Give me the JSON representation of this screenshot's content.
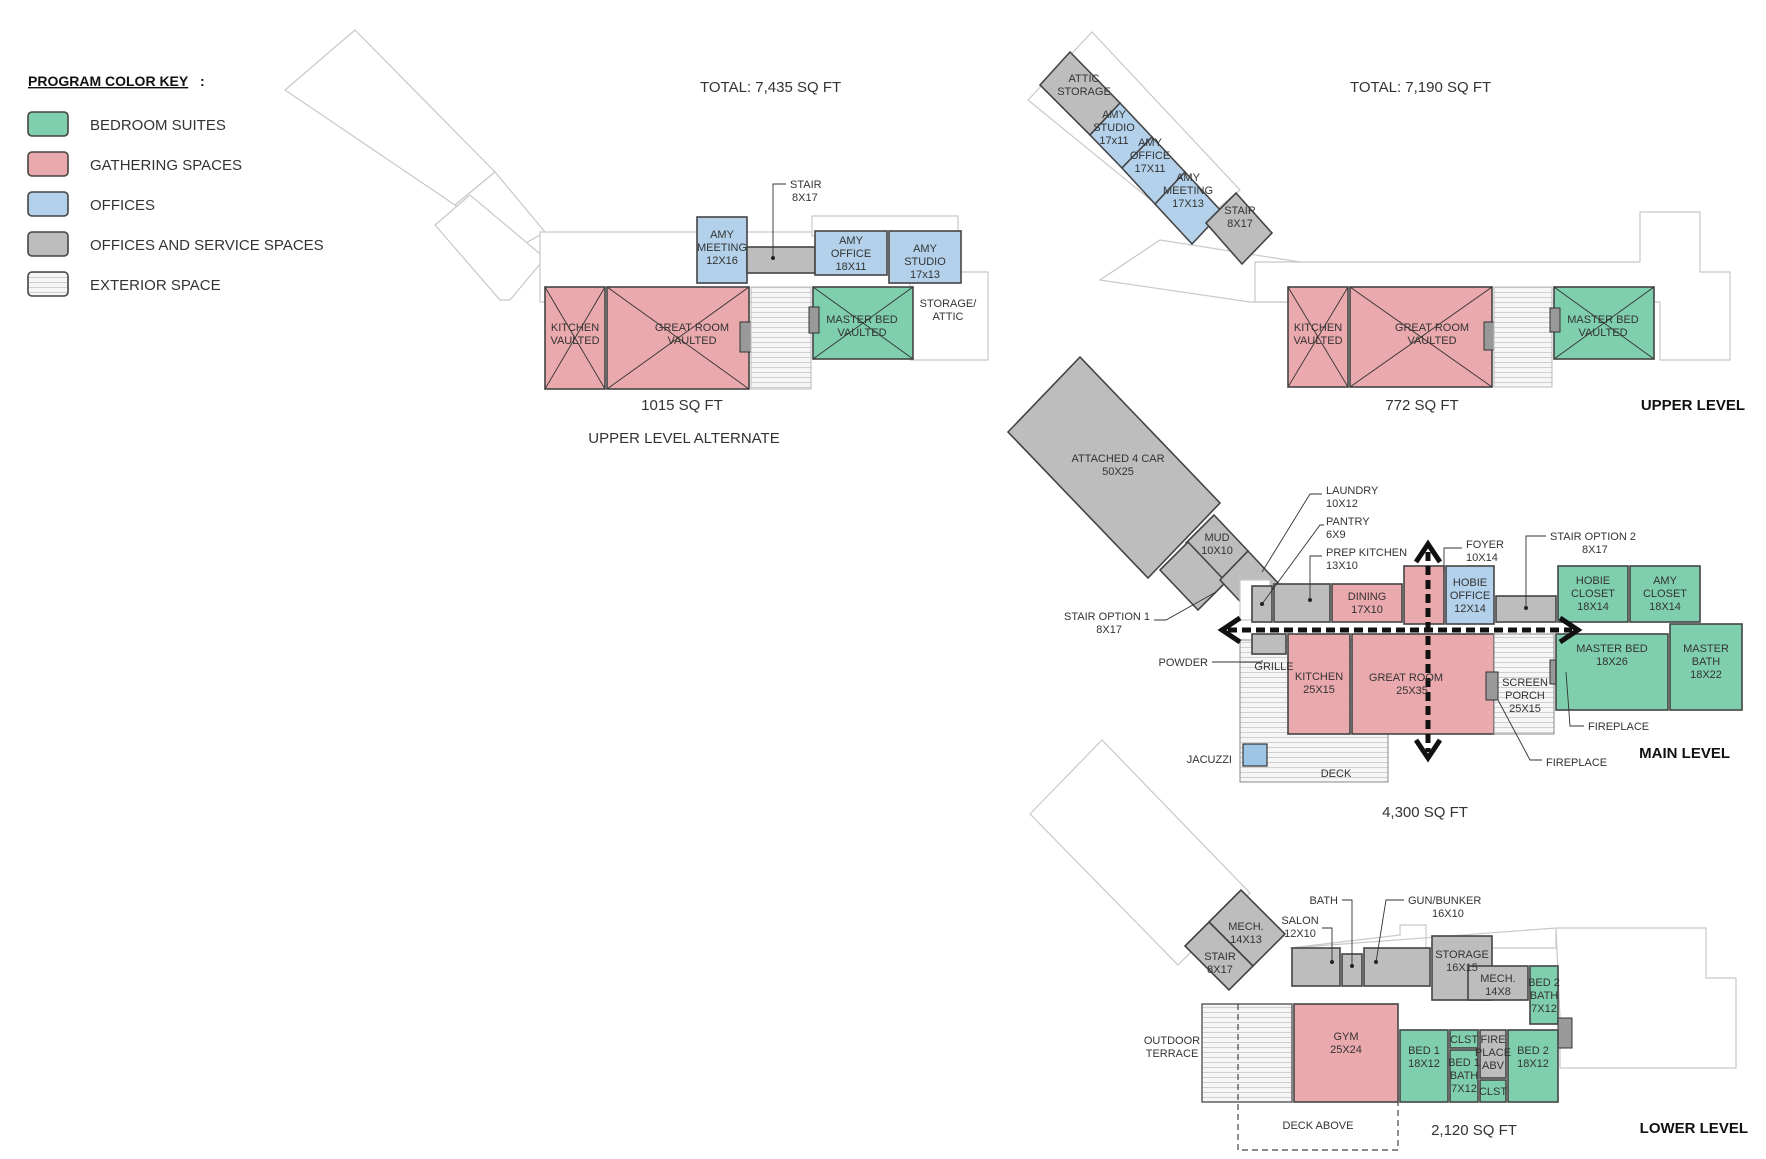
{
  "colors": {
    "bedroom": "#7fcfae",
    "gathering": "#eaa9ad",
    "offices": "#b3d1ea",
    "service": "#bdbdbd",
    "exterior": "#f2f2f2"
  },
  "legend": {
    "title": "PROGRAM COLOR KEY",
    "title_suffix": ":",
    "items": [
      {
        "label": "BEDROOM SUITES",
        "type": "bedroom"
      },
      {
        "label": "GATHERING SPACES",
        "type": "gathering"
      },
      {
        "label": "OFFICES",
        "type": "offices"
      },
      {
        "label": "OFFICES AND SERVICE SPACES",
        "type": "service"
      },
      {
        "label": "EXTERIOR SPACE",
        "type": "exterior"
      }
    ]
  },
  "upper_alt": {
    "total": "TOTAL: 7,435 SQ FT",
    "area": "1015 SQ FT",
    "title": "UPPER LEVEL ALTERNATE",
    "rooms": {
      "meeting": [
        "AMY",
        "MEETING",
        "12X16"
      ],
      "office": [
        "AMY",
        "OFFICE",
        "18X11"
      ],
      "studio": [
        "AMY",
        "STUDIO",
        "17x13"
      ],
      "kitchen": [
        "KITCHEN",
        "VAULTED"
      ],
      "great_room": [
        "GREAT ROOM",
        "VAULTED"
      ],
      "master_bed": [
        "MASTER BED",
        "VAULTED"
      ],
      "storage": [
        "STORAGE/",
        "ATTIC"
      ],
      "stair": [
        "STAIR",
        "8X17"
      ]
    }
  },
  "upper": {
    "total": "TOTAL: 7,190 SQ FT",
    "area": "772 SQ FT",
    "title": "UPPER LEVEL",
    "rooms": {
      "attic": [
        "ATTIC",
        "STORAGE"
      ],
      "studio": [
        "AMY",
        "STUDIO",
        "17x11"
      ],
      "office": [
        "AMY",
        "OFFICE",
        "17X11"
      ],
      "meeting": [
        "AMY",
        "MEETING",
        "17X13"
      ],
      "stair": [
        "STAIR",
        "8X17"
      ],
      "kitchen": [
        "KITCHEN",
        "VAULTED"
      ],
      "great_room": [
        "GREAT ROOM",
        "VAULTED"
      ],
      "master_bed": [
        "MASTER BED",
        "VAULTED"
      ]
    }
  },
  "main": {
    "area": "4,300 SQ FT",
    "title": "MAIN LEVEL",
    "rooms": {
      "garage": [
        "ATTACHED 4 CAR",
        "50X25"
      ],
      "mud": [
        "MUD",
        "10X10"
      ],
      "dining": [
        "DINING",
        "17X10"
      ],
      "hobie_office": [
        "HOBIE",
        "OFFICE",
        "12X14"
      ],
      "hobie_closet": [
        "HOBIE",
        "CLOSET",
        "18X14"
      ],
      "amy_closet": [
        "AMY",
        "CLOSET",
        "18X14"
      ],
      "kitchen": [
        "KITCHEN",
        "25X15"
      ],
      "great_room": [
        "GREAT ROOM",
        "25X35"
      ],
      "screen_porch": [
        "SCREEN",
        "PORCH",
        "25X15"
      ],
      "master_bed": [
        "MASTER BED",
        "18X26"
      ],
      "master_bath": [
        "MASTER",
        "BATH",
        "18X22"
      ],
      "grille": "GRILLE",
      "deck": "DECK",
      "jacuzzi": "JACUZZI"
    },
    "callouts": {
      "laundry": [
        "LAUNDRY",
        "10X12"
      ],
      "pantry": [
        "PANTRY",
        "6X9"
      ],
      "prep_kitchen": [
        "PREP KITCHEN",
        "13X10"
      ],
      "foyer": [
        "FOYER",
        "10X14"
      ],
      "stair_opt2": [
        "STAIR OPTION 2",
        "8X17"
      ],
      "stair_opt1": [
        "STAIR OPTION 1",
        "8X17"
      ],
      "powder": "POWDER",
      "fireplace_a": "FIREPLACE",
      "fireplace_b": "FIREPLACE"
    }
  },
  "lower": {
    "area": "2,120 SQ FT",
    "title": "LOWER LEVEL",
    "rooms": {
      "mech1": [
        "MECH.",
        "14X13"
      ],
      "stair": [
        "STAIR",
        "8X17"
      ],
      "storage": [
        "STORAGE",
        "16X15"
      ],
      "mech2": [
        "MECH.",
        "14X8"
      ],
      "bed2_bath": [
        "BED 2",
        "BATH",
        "7X12"
      ],
      "gym": [
        "GYM",
        "25X24"
      ],
      "bed1": [
        "BED 1",
        "18X12"
      ],
      "clst1": "CLST",
      "bed1_bath": [
        "BED 1",
        "BATH",
        "7X12"
      ],
      "clst2": "CLST",
      "fireplace": [
        "FIRE",
        "PLACE",
        "ABV"
      ],
      "bed2": [
        "BED 2",
        "18X12"
      ],
      "terrace": [
        "OUTDOOR",
        "TERRACE"
      ],
      "deck_above": "DECK ABOVE"
    },
    "callouts": {
      "bath": "BATH",
      "salon": [
        "SALON",
        "12X10"
      ],
      "gun": [
        "GUN/BUNKER",
        "16X10"
      ]
    }
  }
}
